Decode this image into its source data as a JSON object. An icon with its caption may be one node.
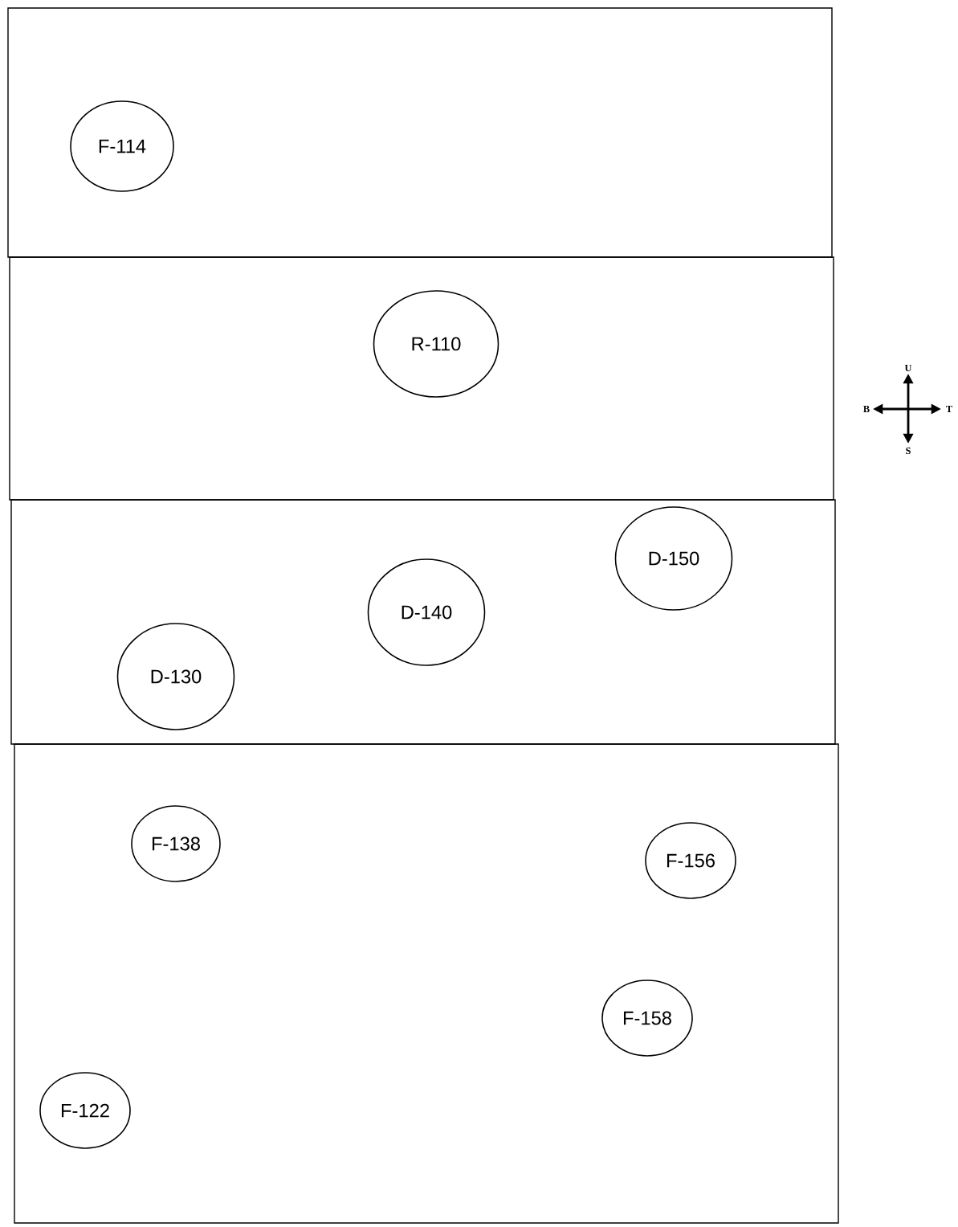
{
  "diagram": {
    "nodes": [
      {
        "text": [],
        "shape": "band"
      },
      {
        "text": [
          "F-114"
        ],
        "in": 0
      },
      {
        "text": [],
        "shape": "band"
      },
      {
        "text": [
          "R-110"
        ],
        "in": 2
      },
      {
        "text": [],
        "shape": "band"
      },
      {
        "text": [
          "D-150"
        ],
        "in": 4
      },
      {
        "text": [
          "D-140"
        ],
        "in": 4
      },
      {
        "text": [
          "D-130"
        ],
        "in": 4
      },
      {
        "text": [],
        "shape": "band"
      },
      {
        "text": [
          "F-138"
        ],
        "in": 8
      },
      {
        "text": [
          "F-156"
        ],
        "in": 8
      },
      {
        "text": [
          "F-158"
        ],
        "in": 8
      },
      {
        "text": [
          "F-122"
        ],
        "in": 8
      }
    ],
    "labels": [
      "U",
      "B",
      "T",
      "S"
    ]
  }
}
